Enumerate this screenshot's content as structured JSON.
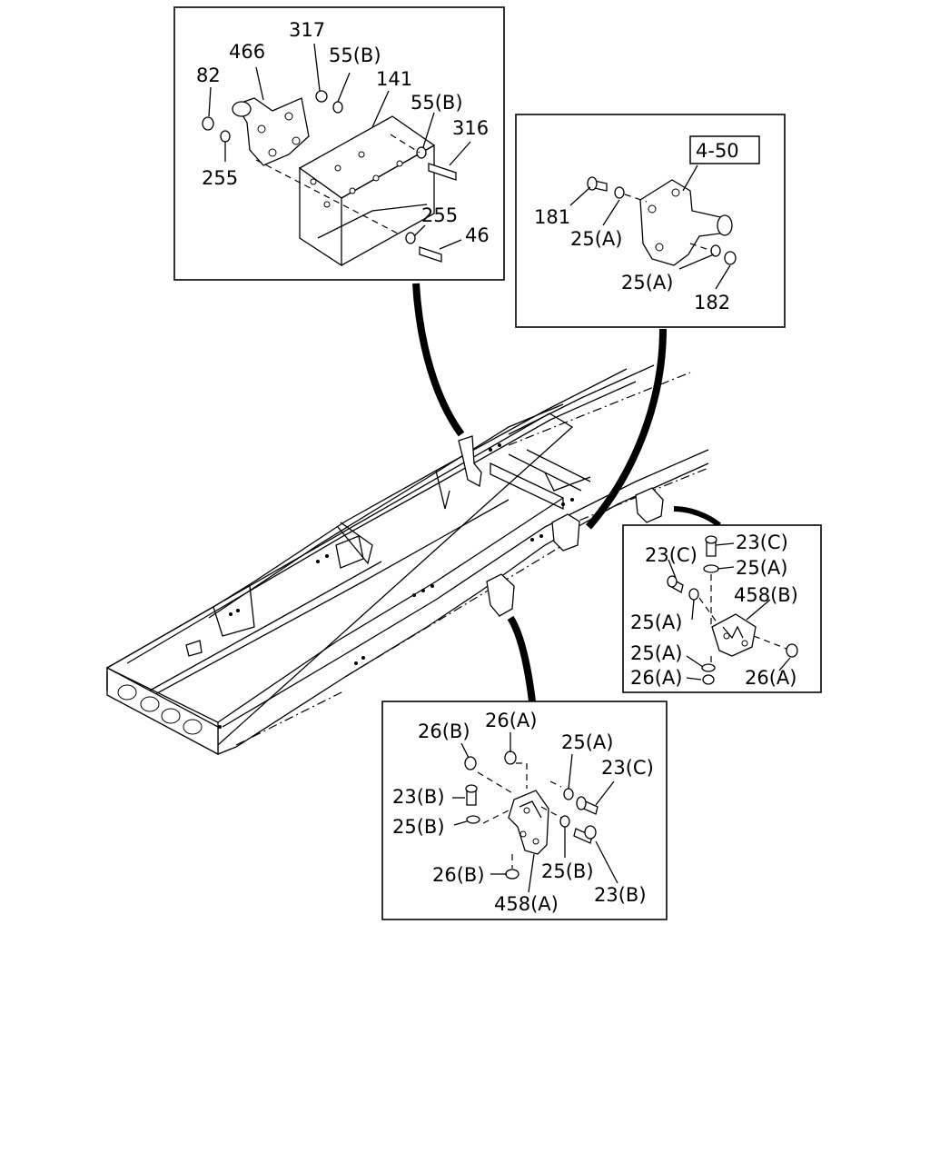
{
  "diagram": {
    "box_top_left": {
      "labels": [
        "317",
        "466",
        "55(B)",
        "82",
        "141",
        "55(B)",
        "316",
        "255",
        "255",
        "46"
      ]
    },
    "box_top_right": {
      "ref": "4-50",
      "labels": [
        "181",
        "25(A)",
        "25(A)",
        "182"
      ]
    },
    "box_mid_right": {
      "labels": [
        "23(C)",
        "23(C)",
        "25(A)",
        "458(B)",
        "25(A)",
        "25(A)",
        "26(A)",
        "26(A)"
      ]
    },
    "box_bottom": {
      "labels": [
        "26(B)",
        "26(A)",
        "25(A)",
        "23(C)",
        "23(B)",
        "25(B)",
        "26(B)",
        "25(B)",
        "458(A)",
        "23(B)"
      ]
    }
  }
}
